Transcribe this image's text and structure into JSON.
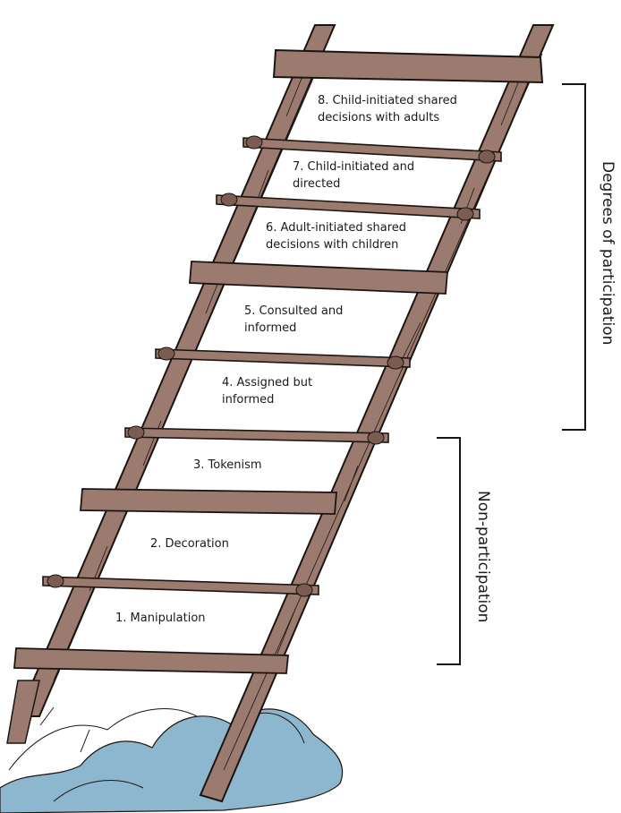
{
  "rungs": [
    {
      "line1": "8. Child-initiated shared",
      "line2": "decisions with adults"
    },
    {
      "line1": "7. Child-initiated and",
      "line2": "directed"
    },
    {
      "line1": "6. Adult-initiated shared",
      "line2": "decisions with children"
    },
    {
      "line1": "5. Consulted and",
      "line2": "informed"
    },
    {
      "line1": "4. Assigned but",
      "line2": "informed"
    },
    {
      "line1": "3. Tokenism",
      "line2": ""
    },
    {
      "line1": "2. Decoration",
      "line2": ""
    },
    {
      "line1": "1. Manipulation",
      "line2": ""
    }
  ],
  "groups": {
    "participation": "Degrees of participation",
    "non_participation": "Non-participation"
  },
  "colors": {
    "wood": "#9b7b6f",
    "wood_dark": "#7a5c52",
    "outline": "#1c1410",
    "shrub": "#7da9c4",
    "shrub_dark": "#5b8fae"
  }
}
